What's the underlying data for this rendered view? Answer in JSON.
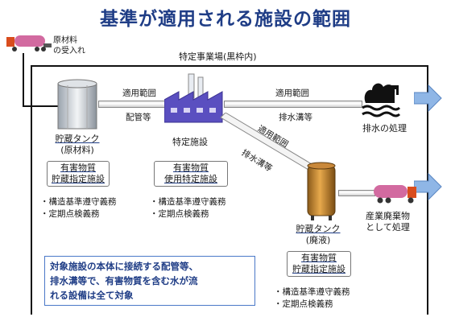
{
  "title": "基準が適用される施設の範囲",
  "intake_label": [
    "原材料",
    "の受入れ"
  ],
  "site_label": "特定事業場(黒枠内)",
  "pipe_top_left": {
    "range": "適用範囲",
    "type": "配管等"
  },
  "pipe_top_right": {
    "range": "適用範囲",
    "type": "排水溝等"
  },
  "pipe_diagonal": {
    "range": "適用範囲",
    "type": "排水溝等"
  },
  "tank_raw": {
    "name": "貯蔵タンク",
    "sub": "(原材料)",
    "box": [
      "有害物質",
      "貯蔵指定施設"
    ],
    "duties": [
      "・構造基準遵守義務",
      "・定期点検義務"
    ]
  },
  "factory": {
    "name": "特定施設",
    "box": [
      "有害物質",
      "使用特定施設"
    ],
    "duties": [
      "・構造基準遵守義務",
      "・定期点検義務"
    ]
  },
  "tank_waste": {
    "name": "貯蔵タンク",
    "sub": "(廃液)",
    "box": [
      "有害物質",
      "貯蔵指定施設"
    ],
    "duties": [
      "・構造基準遵守義務",
      "・定期点検義務"
    ]
  },
  "wastewater_label": "排水の処理",
  "industrial_waste_label": [
    "産業廃棄物",
    "として処理"
  ],
  "note": [
    "対象施設の本体に接続する配管等、",
    "排水溝等で、有害物質を含む水が流",
    "れる設備は全て対象"
  ],
  "colors": {
    "title": "#1f3d86",
    "note_border": "#4a78c8",
    "arrow": "#8fb6e6"
  }
}
